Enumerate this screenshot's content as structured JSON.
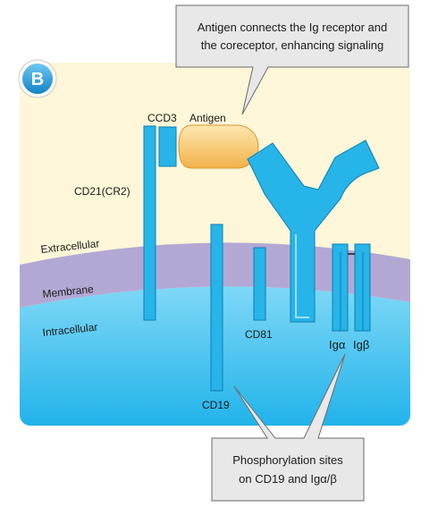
{
  "panel_letter": "B",
  "callout_top": {
    "line1": "Antigen connects the Ig receptor and",
    "line2": "the coreceptor, enhancing signaling"
  },
  "callout_bottom": {
    "line1": "Phosphorylation sites",
    "line2": "on CD19 and Igα/β"
  },
  "regions": {
    "extracellular": "Extracellular",
    "membrane": "Membrane",
    "intracellular": "Intracellular"
  },
  "molecules": {
    "ccd3": "CCD3",
    "antigen": "Antigen",
    "cd21": "CD21(CR2)",
    "cd81": "CD81",
    "cd19": "CD19",
    "ig_alpha": "Igα",
    "ig_beta": "Igβ"
  },
  "colors": {
    "extracellular": "#fdf6d8",
    "membrane": "#b3a8d4",
    "intracellular": "#3fc3ef",
    "protein": "#27b4e8",
    "protein_stroke": "#0b7fb3",
    "antigen": "#f7c56a",
    "callout_fill": "#e8e8e8",
    "badge": "#1f9ad6"
  }
}
